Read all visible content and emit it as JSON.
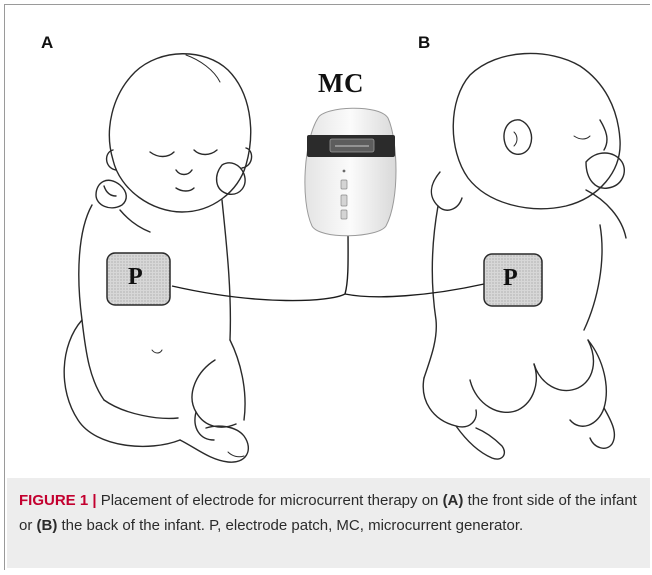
{
  "panels": {
    "a": "A",
    "b": "B"
  },
  "device": {
    "label": "MC"
  },
  "patches": {
    "front": "P",
    "back": "P"
  },
  "caption": {
    "figure_label": "FIGURE 1 |",
    "text_1": "Placement of electrode for microcurrent therapy on",
    "ref_a": "(A)",
    "text_2": "the front side of the infant or",
    "ref_b": "(B)",
    "text_3": "the back of the infant. P, electrode patch, MC, microcurrent generator."
  },
  "colors": {
    "figure_label": "#c3002f",
    "caption_bg": "#ededed",
    "patch_fill": "#cfcfcf"
  }
}
